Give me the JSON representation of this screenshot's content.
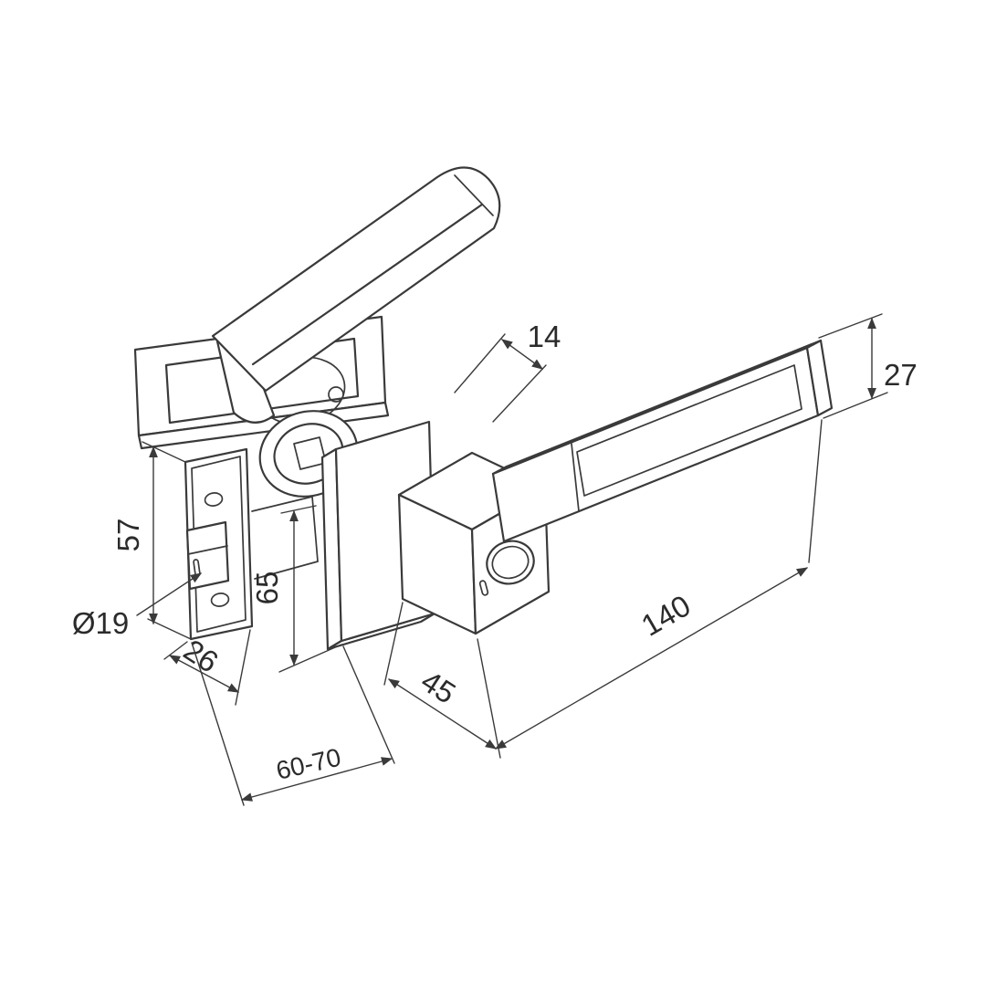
{
  "page": {
    "background": "#ffffff"
  },
  "drawing": {
    "kind": "technical-dimension-drawing",
    "subject": "door-lever-handle-latch-set",
    "colors": {
      "line": "#3a3a3a",
      "text": "#2b2b2b",
      "background": "#ffffff"
    },
    "labels": {
      "width_14": "14",
      "height_27": "27",
      "spacing_57": "57",
      "height_65": "65",
      "diameter_19": "Ø19",
      "width_26": "26",
      "depth_45": "45",
      "length_140": "140",
      "backset_60_70": "60-70"
    }
  }
}
